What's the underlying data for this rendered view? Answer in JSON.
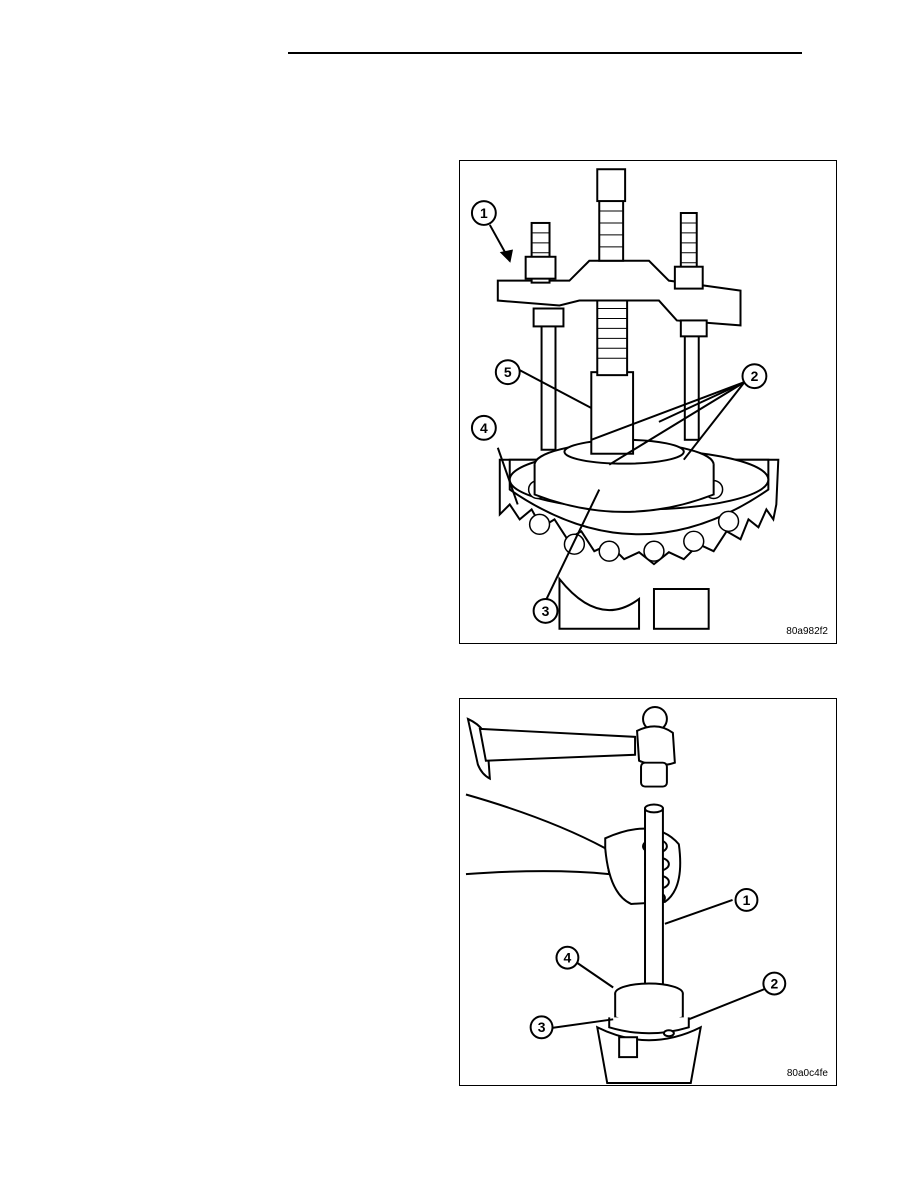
{
  "figures": [
    {
      "code": "80a982f2",
      "callouts": [
        "1",
        "2",
        "3",
        "4",
        "5"
      ]
    },
    {
      "code": "80a0c4fe",
      "callouts": [
        "1",
        "2",
        "3",
        "4"
      ]
    }
  ]
}
